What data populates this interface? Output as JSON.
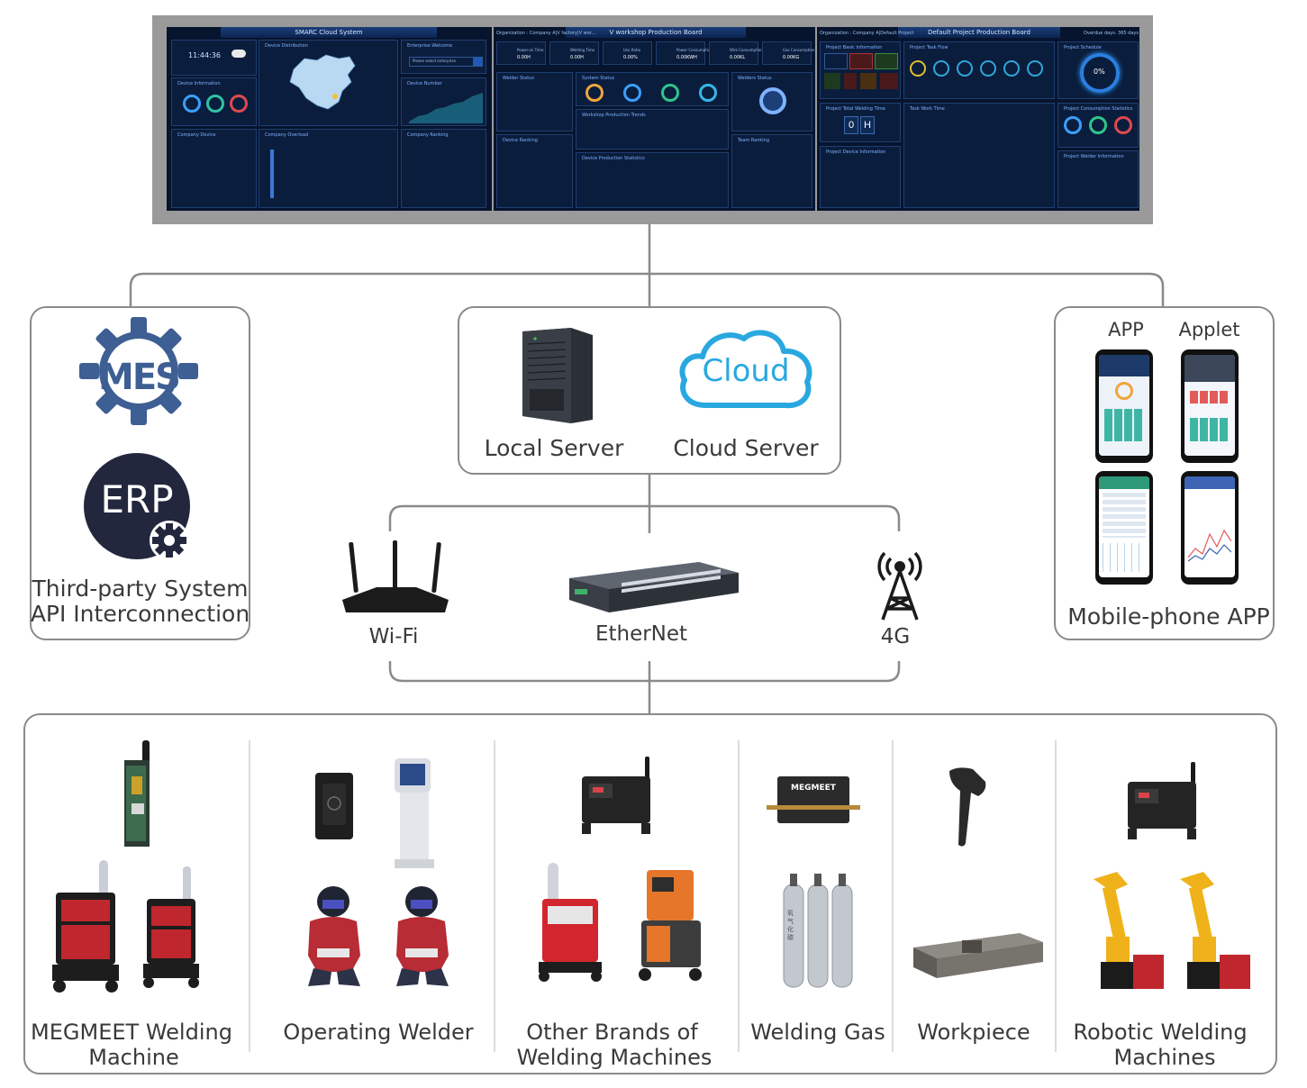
{
  "dashboard": {
    "boards": [
      {
        "title": "SMARC Cloud System"
      },
      {
        "title": "V workshop Production Board",
        "org": "Organization : Company A|V factory|V wor..."
      },
      {
        "title": "Default Project Production Board",
        "org": "Organization : Company A|Default Project",
        "overdue": "Overdue days: 365 days"
      }
    ],
    "clock": "11:44:36",
    "panels": {
      "device_distribution": "Device Distribution",
      "enterprise_welcome": "Enterprise Welcome",
      "search_placeholder": "Please select enterprise",
      "device_information": "Device Information",
      "device_number": "Device Number",
      "company_devices": "Company Device",
      "company_overload": "Company Overload",
      "company_ranking": "Company Ranking",
      "welder_status": "Welder Status",
      "system_status": "System Status",
      "welders_status": "Welders Status",
      "device_ranking": "Device Ranking",
      "workshop_trends": "Workshop Production Trends",
      "device_production_statistics": "Device Production Statistics",
      "team_ranking": "Team Ranking",
      "project_basic_information": "Project Basic Information",
      "project_task_flow": "Project Task Flow",
      "project_schedule": "Project Schedule",
      "project_total_welding_time": "Project Total Welding Time",
      "task_work_time": "Task Work Time",
      "project_consumption_statistics": "Project Consumption Statistics",
      "project_device_information": "Project Device Information",
      "project_welder_information": "Project Welder Information"
    },
    "kpis": [
      {
        "label": "Power-on Time",
        "value": "0.00H"
      },
      {
        "label": "Welding Time",
        "value": "0.00H"
      },
      {
        "label": "Use Ratio",
        "value": "0.00%"
      },
      {
        "label": "Power Consumption",
        "value": "0.00KWH"
      },
      {
        "label": "Wire Consumption",
        "value": "0.00KL"
      },
      {
        "label": "Gas Consumption",
        "value": "0.00KG"
      }
    ],
    "total_welding_time": [
      "0",
      "H"
    ],
    "schedule_percent": "0%"
  },
  "diagram": {
    "third_party": {
      "mes_logo": "MES",
      "erp_logo": "ERP",
      "caption_line1": "Third-party System",
      "caption_line2": "API Interconnection"
    },
    "servers": {
      "local": "Local Server",
      "cloud_logo": "Cloud",
      "cloud": "Cloud Server"
    },
    "network": {
      "wifi": "Wi-Fi",
      "ethernet": "EtherNet",
      "cellular": "4G"
    },
    "mobile": {
      "app": "APP",
      "applet": "Applet",
      "caption": "Mobile-phone APP"
    },
    "devices": {
      "megmeet_line1": "MEGMEET Welding",
      "megmeet_line2": "Machine",
      "operator": "Operating Welder",
      "other_line1": "Other Brands of",
      "other_line2": "Welding Machines",
      "gas": "Welding Gas",
      "workpiece": "Workpiece",
      "robot_line1": "Robotic Welding",
      "robot_line2": "Machines",
      "gas_sensor_brand": "MEGMEET",
      "gas_cylinder_glyph": "氧气化碳"
    }
  },
  "colors": {
    "line": "#8a8a8a",
    "dash_bg": "#07142e",
    "accent": "#1e88e5",
    "text": "#3a3a3a",
    "cloud": "#29a8e0"
  }
}
